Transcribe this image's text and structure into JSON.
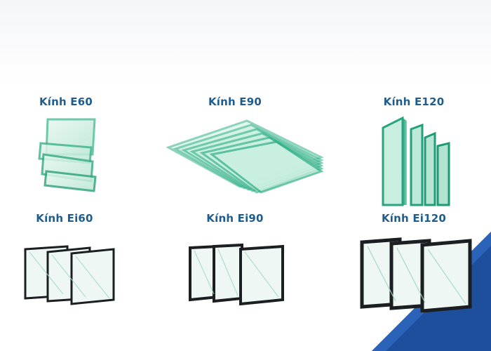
{
  "products": [
    {
      "label": "Kính E60"
    },
    {
      "label": "Kính E90"
    },
    {
      "label": "Kính E120"
    },
    {
      "label": "Kính Ei60"
    },
    {
      "label": "Kính Ei90"
    },
    {
      "label": "Kính Ei120"
    }
  ],
  "colors": {
    "label": "#1f5d8f",
    "glass_edge": "#2fae86",
    "glass_face": "#bfe9d9",
    "frame": "#1b1f22",
    "accent": "#1d4f9c"
  }
}
